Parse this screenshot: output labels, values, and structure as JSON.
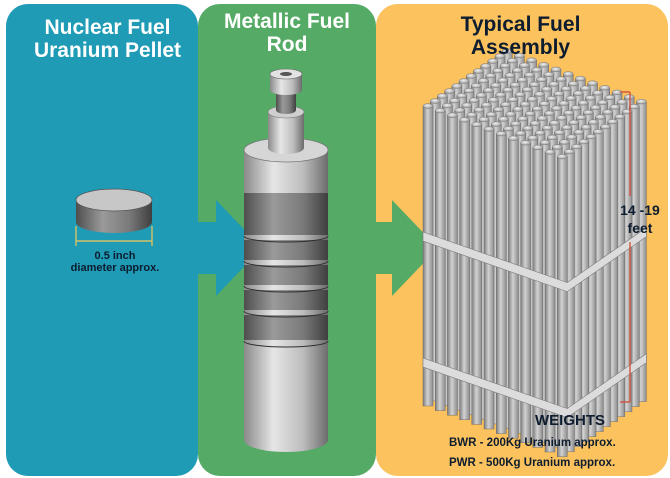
{
  "panels": {
    "pellet": {
      "title": "Nuclear Fuel Uranium Pellet",
      "color": "#1f9bb6"
    },
    "rod": {
      "title": "Metallic Fuel Rod",
      "color": "#55ab66"
    },
    "assembly": {
      "title": "Typical Fuel Assembly",
      "color": "#fbc25e"
    }
  },
  "pellet": {
    "dimension_line1": "0.5 inch",
    "dimension_line2": "diameter approx."
  },
  "assembly": {
    "length_line1": "14 -19",
    "length_line2": "feet",
    "weights_title": "WEIGHTS",
    "weights_bwr": "BWR - 200Kg Uranium approx.",
    "weights_pwr": "PWR - 500Kg Uranium approx."
  },
  "colors": {
    "pellet_panel": "#1f9bb6",
    "rod_panel": "#55ab66",
    "assembly_panel": "#fbc25e",
    "arrow": "#1f9bb6",
    "rod_arrow": "#55ab66",
    "metal_light": "#d8d8d8",
    "metal_dark": "#6d6d6d",
    "dimension_line": "#f0c95a",
    "length_bracket": "#d14b37"
  }
}
